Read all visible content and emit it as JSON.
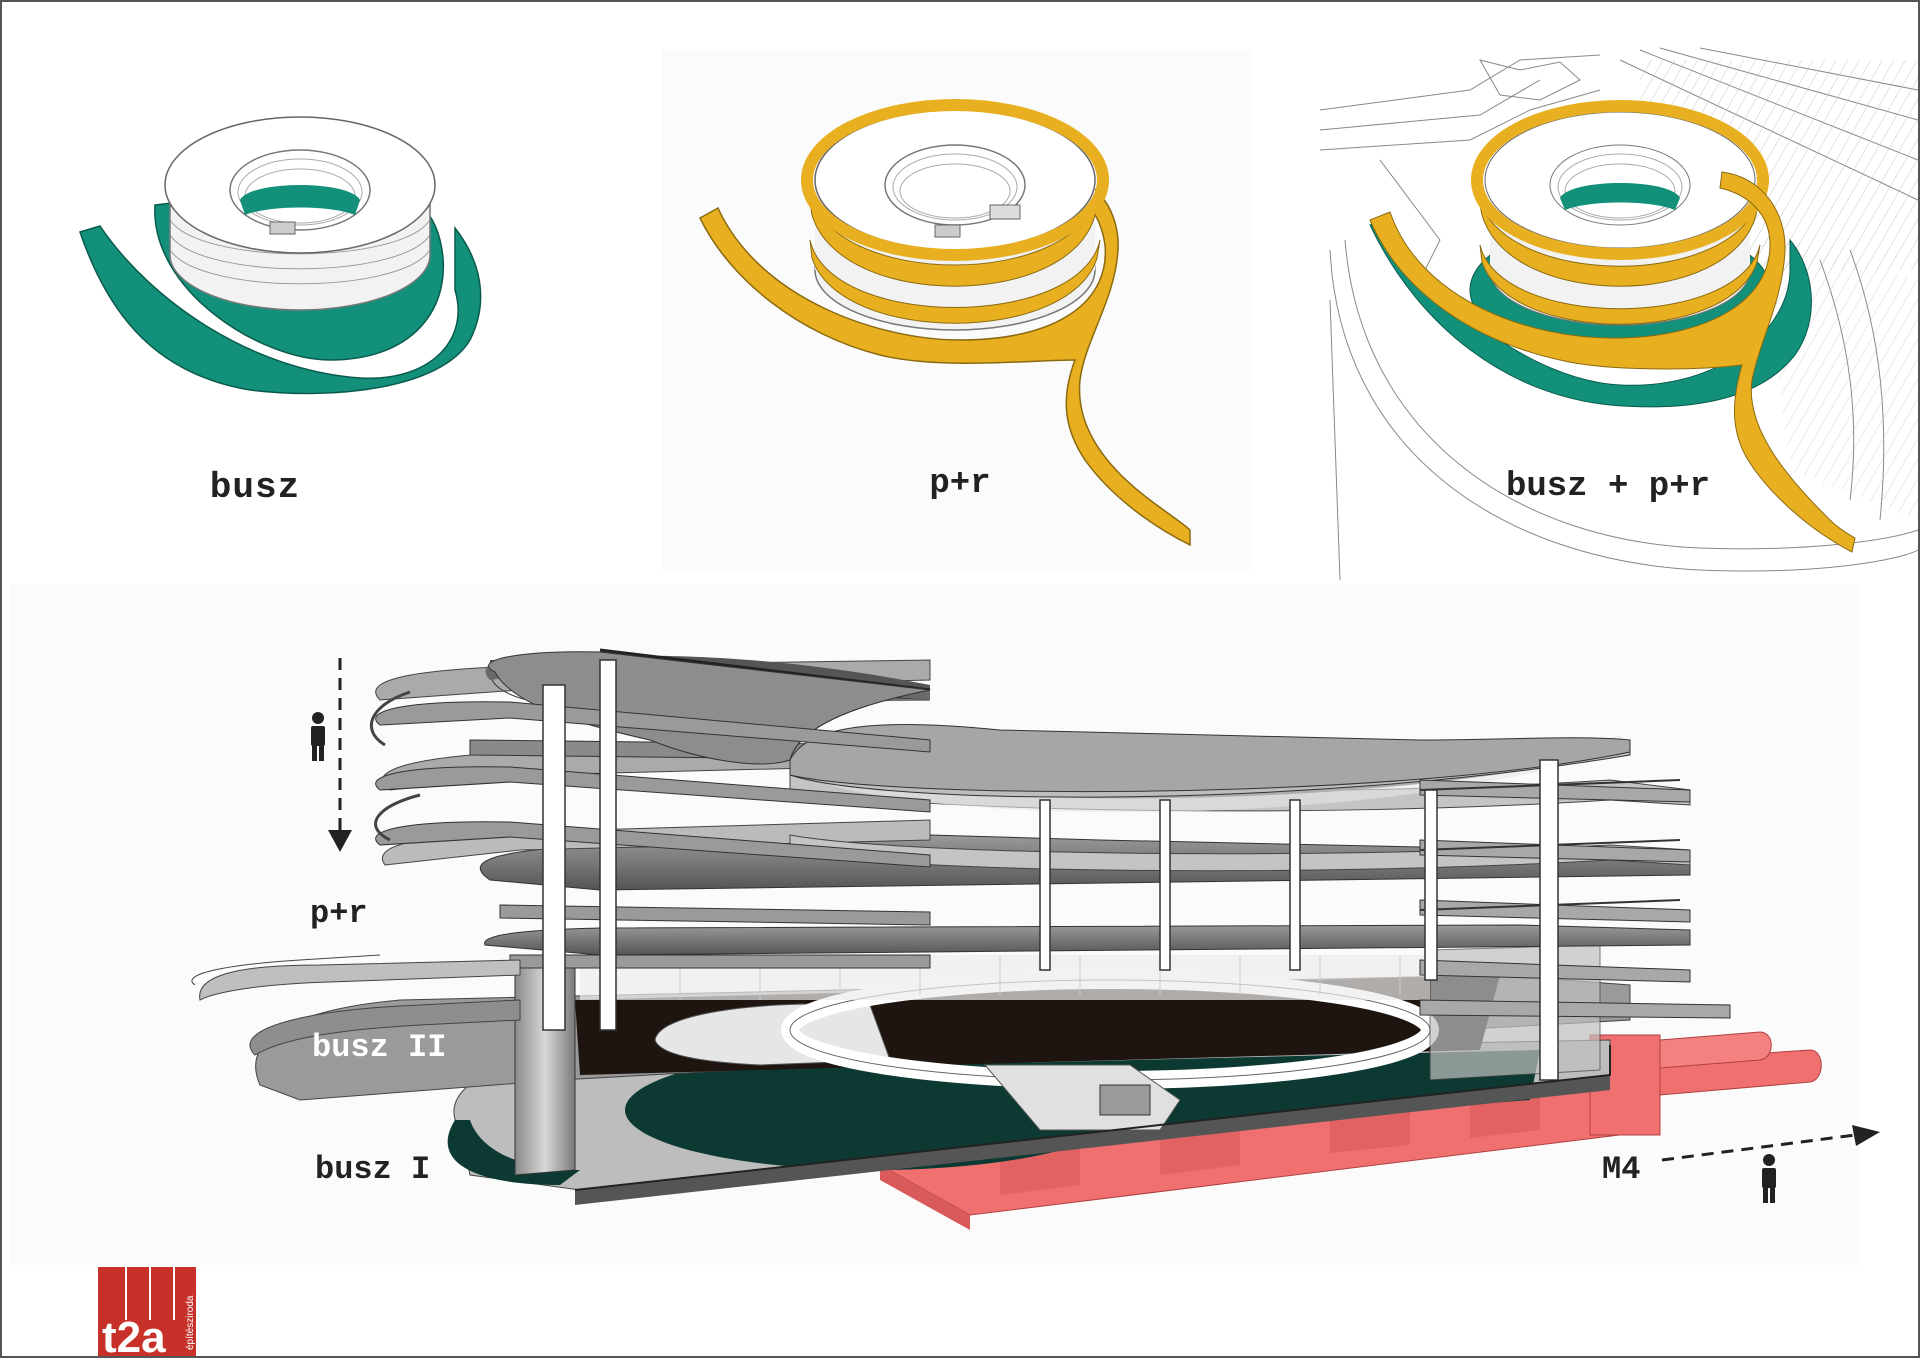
{
  "colors": {
    "bus": "#12907a",
    "pr": "#e8b020",
    "metro": "#f07070",
    "dark_teal": "#0c3a33",
    "logo": "#c8302a"
  },
  "panels": [
    {
      "label": "busz",
      "ramp_color": "bus"
    },
    {
      "label": "p+r",
      "ramp_color": "pr"
    },
    {
      "label": "busz + p+r",
      "ramp_color": "bus+pr"
    }
  ],
  "section": {
    "label_pr": "p+r",
    "label_bus2": "busz II",
    "label_bus1": "busz I",
    "label_m4": "M4",
    "icons": [
      "person-icon",
      "person-icon"
    ],
    "arrows": [
      "vertical-dashed-arrow",
      "horizontal-dashed-arrow"
    ]
  },
  "logo": {
    "text": "t2a",
    "subtext": "építésziroda"
  }
}
